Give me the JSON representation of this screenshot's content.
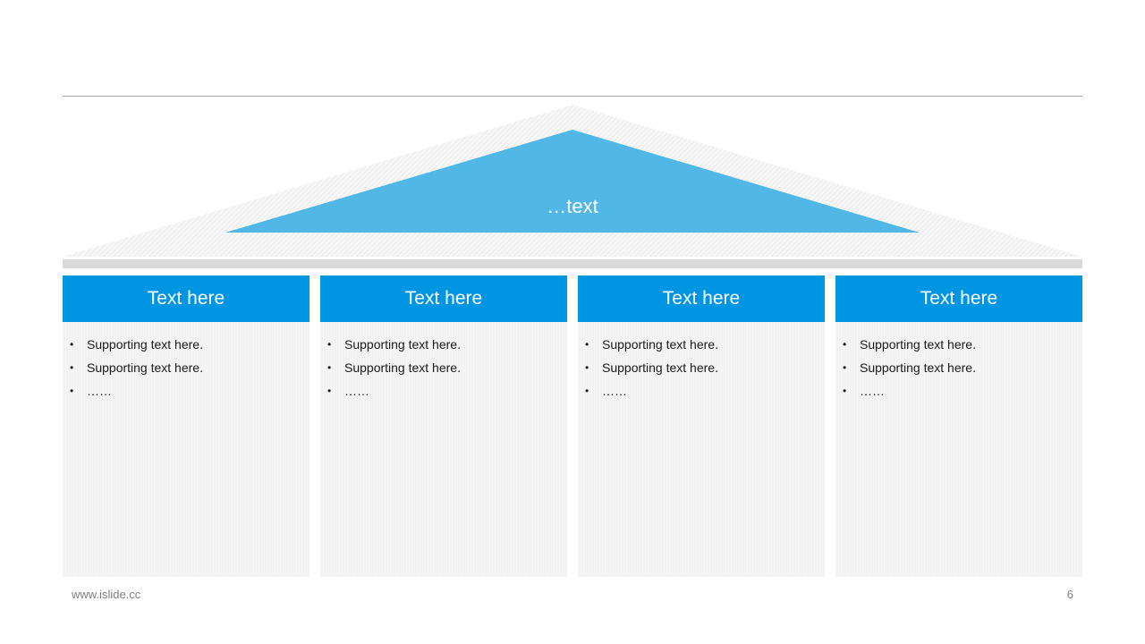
{
  "colors": {
    "accent_blue": "#0095e2",
    "roof_blue": "#50b7e6",
    "panel_gray": "#f2f2f2",
    "beam_gray": "#d9d9d9"
  },
  "roof": {
    "label": "…text"
  },
  "columns": [
    {
      "title": "Text here",
      "items": [
        "Supporting text here.",
        "Supporting text here.",
        "……"
      ]
    },
    {
      "title": "Text here",
      "items": [
        "Supporting text here.",
        "Supporting text here.",
        "……"
      ]
    },
    {
      "title": "Text here",
      "items": [
        "Supporting text here.",
        "Supporting text here.",
        "……"
      ]
    },
    {
      "title": "Text here",
      "items": [
        "Supporting text here.",
        "Supporting text here.",
        "……"
      ]
    }
  ],
  "bullet_glyph": "•",
  "footer": {
    "url": "www.islide.cc",
    "page_number": "6"
  }
}
